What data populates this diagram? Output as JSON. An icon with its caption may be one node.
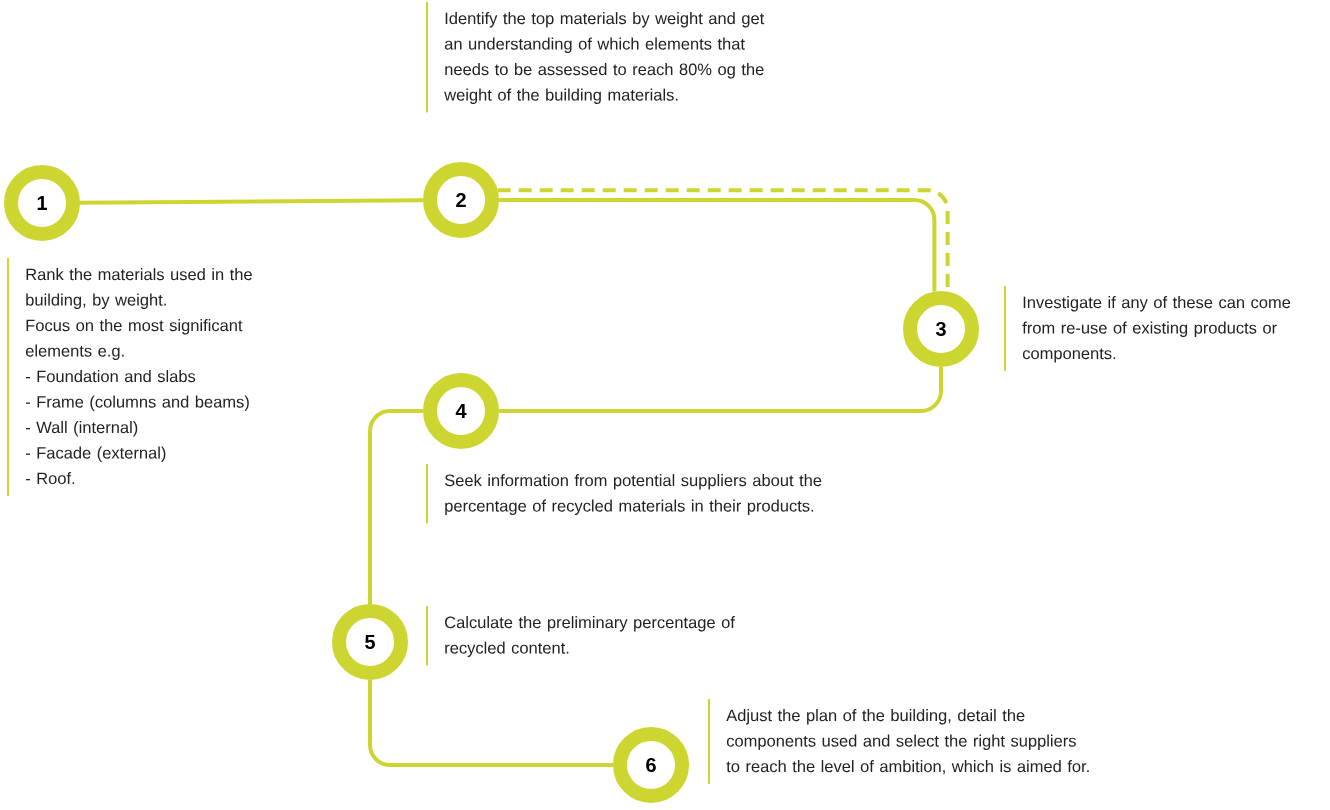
{
  "diagram": {
    "nodes": [
      {
        "text": [
          "1"
        ],
        "beside": [
          "Rank the materials used in the building, by weight.",
          "Focus on the most significant elements e.g.",
          "- Foundation and slabs",
          "- Frame (columns and beams)",
          "- Wall (internal)",
          "- Facade (external)",
          "- Roof."
        ]
      },
      {
        "text": [
          "2"
        ],
        "beside": [
          "Identify the top materials by weight and get an understanding of which elements that needs to be assessed to reach 80% og the weight of the building materials."
        ]
      },
      {
        "text": [
          "3"
        ],
        "beside": [
          "Investigate if any of these can come from re-use of existing products or components."
        ]
      },
      {
        "text": [
          "4"
        ],
        "beside": [
          "Seek information from potential suppliers about the percentage of recycled materials in their products."
        ]
      },
      {
        "text": [
          "5"
        ],
        "beside": [
          "Calculate the preliminary percentage of recycled content."
        ]
      },
      {
        "text": [
          "6"
        ],
        "beside": [
          "Adjust the plan of the building, detail the components used and select the right suppliers to reach the level of ambition, which is aimed for."
        ]
      }
    ],
    "edges": [
      {
        "from": 0,
        "to": 1,
        "arrow": "none"
      },
      {
        "from": 1,
        "to": 2,
        "arrow": "none"
      },
      {
        "from": 1,
        "to": 2,
        "arrow": "none",
        "style": "dashed"
      },
      {
        "from": 2,
        "to": 3,
        "arrow": "none"
      },
      {
        "from": 3,
        "to": 4,
        "arrow": "none"
      },
      {
        "from": 4,
        "to": 5,
        "arrow": "none"
      }
    ]
  }
}
